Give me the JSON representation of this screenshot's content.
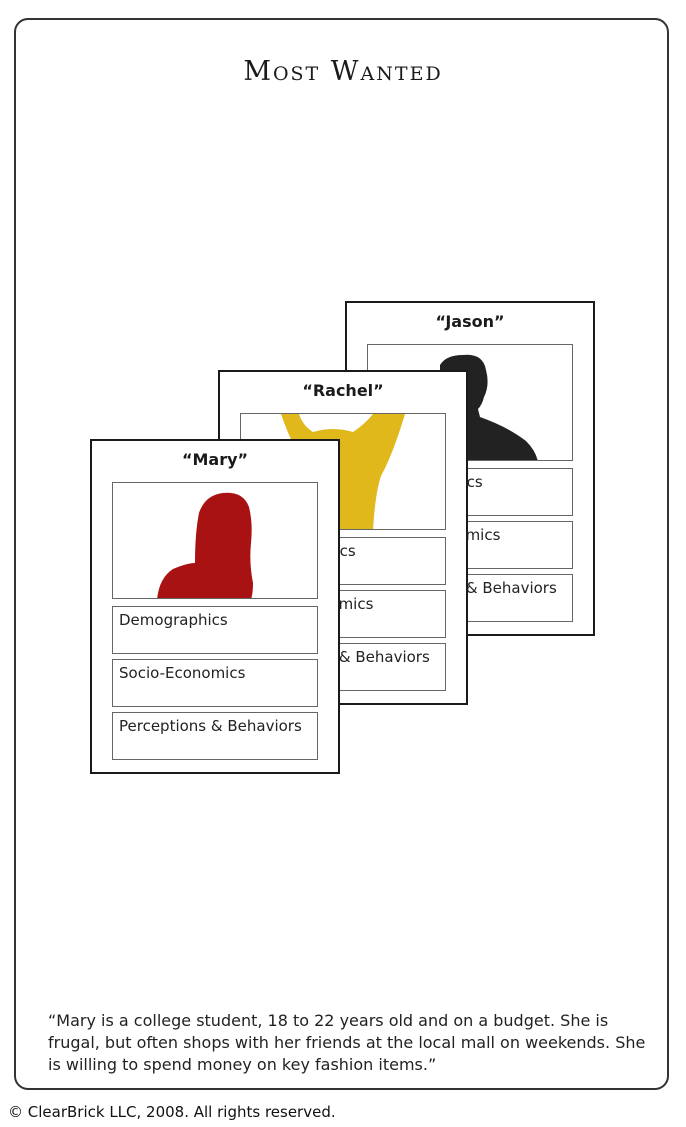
{
  "title": "Most Wanted",
  "cards": [
    {
      "name": "“Jason”",
      "color": "#222222",
      "fields": [
        "Demographics",
        "Socio-Economics",
        "Perceptions & Behaviors"
      ]
    },
    {
      "name": "“Rachel”",
      "color": "#e0b81c",
      "fields": [
        "Demographics",
        "Socio-Economics",
        "Perceptions & Behaviors"
      ]
    },
    {
      "name": "“Mary”",
      "color": "#a81212",
      "fields": [
        "Demographics",
        "Socio-Economics",
        "Perceptions & Behaviors"
      ]
    }
  ],
  "quote": "“Mary is a college student, 18 to 22 years old and on a budget.  She is frugal, but often shops with her friends at the local mall on weekends.  She is willing to spend money on key fashion items.”",
  "copyright": "© ClearBrick LLC, 2008.  All rights reserved."
}
